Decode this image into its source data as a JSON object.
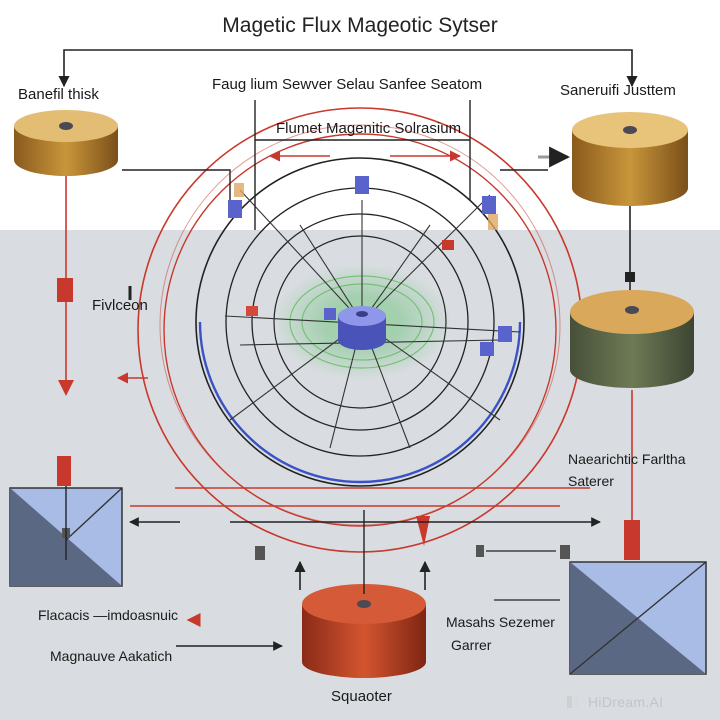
{
  "title": "Magetic Flux Mageotic Sytser",
  "labels": {
    "top_caption": "Faug lium Sewver Selau Sanfee Seatom",
    "inner_caption": "Flumet Magenitic Solrasium",
    "left_disk": "Banefil thisk",
    "right_disk": "Saneruifi Justtem",
    "left_side": "Fivlceon",
    "right_flux_line1": "Naearichtic Farltha",
    "right_flux_line2": "Saterer",
    "bottom_left_line1": "Flacacis —imdoasnuic",
    "bottom_left_line2": "Magnauve Aakatich",
    "bottom_mid_line1": "Masahs Sezemer",
    "bottom_mid_line2": "Garrer",
    "bottom_disk": "Squaoter"
  },
  "watermark": "HiDream.AI",
  "colors": {
    "disk_gold": "#c8963a",
    "disk_olive": "#8c9165",
    "disk_red": "#c84a2c",
    "field_red": "#c8382c",
    "field_blue": "#3a52c8",
    "field_green": "#5cba5c",
    "field_dark": "#222222",
    "core_blue": "#6f79dd",
    "box_light": "#a9bce6",
    "box_dark": "#5b6884"
  },
  "icons": [
    "arrow-icon",
    "disk-icon",
    "magnet-core-icon",
    "square-box-icon",
    "watermark-logo-icon"
  ]
}
